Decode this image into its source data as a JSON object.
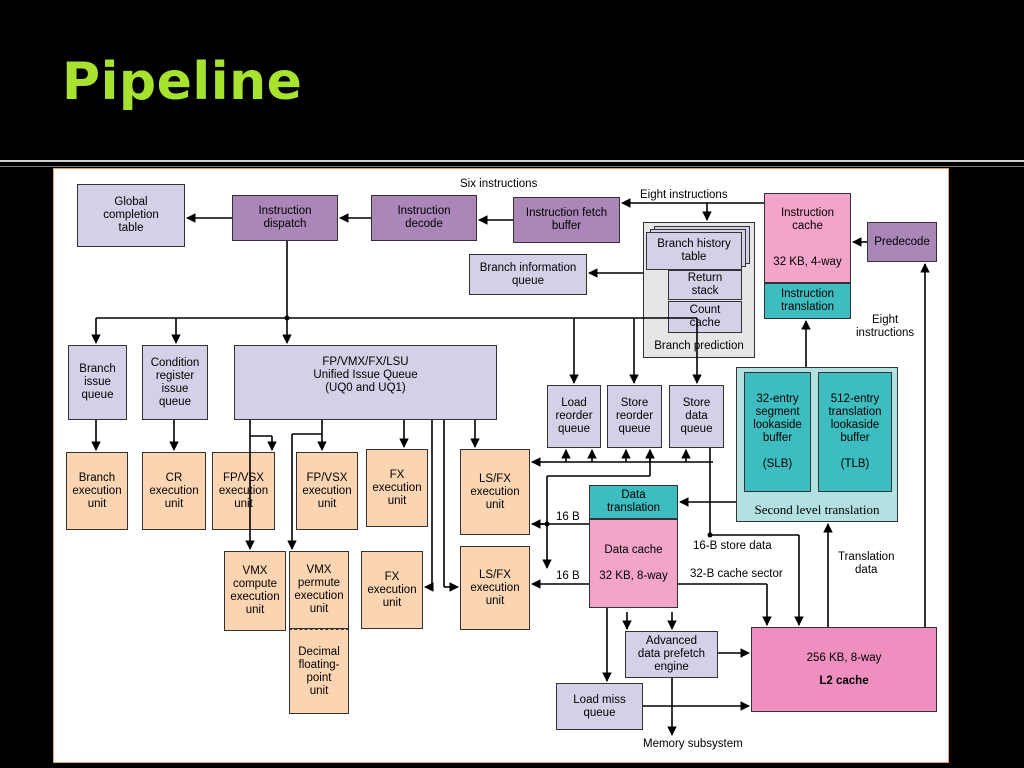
{
  "slide": {
    "title": "Pipeline"
  },
  "diagram": {
    "global_completion_table": "Global\ncompletion\ntable",
    "instruction_dispatch": "Instruction\ndispatch",
    "instruction_decode": "Instruction\ndecode",
    "instruction_fetch_buffer": "Instruction fetch\nbuffer",
    "six_instructions": "Six instructions",
    "eight_instructions_top": "Eight instructions",
    "instruction_cache": "Instruction\ncache",
    "instruction_cache_size": "32 KB, 4-way",
    "instruction_translation": "Instruction\ntranslation",
    "predecode": "Predecode",
    "eight_instructions_side": "Eight\ninstructions",
    "branch_history_table": "Branch history\ntable",
    "return_stack": "Return\nstack",
    "count_cache": "Count\ncache",
    "branch_prediction": "Branch prediction",
    "branch_information_queue": "Branch information\nqueue",
    "branch_issue_queue": "Branch\nissue\nqueue",
    "condition_register_issue_queue": "Condition\nregister\nissue\nqueue",
    "unified_issue_queue": "FP/VMX/FX/LSU\nUnified Issue Queue\n(UQ0 and UQ1)",
    "load_reorder_queue": "Load\nreorder\nqueue",
    "store_reorder_queue": "Store\nreorder\nqueue",
    "store_data_queue": "Store\ndata\nqueue",
    "slb": "32-entry\nsegment\nlookaside\nbuffer\n\n(SLB)",
    "tlb": "512-entry\ntranslation\nlookaside\nbuffer\n\n(TLB)",
    "second_level_translation": "Second level translation",
    "branch_execution_unit": "Branch\nexecution\nunit",
    "cr_execution_unit": "CR\nexecution\nunit",
    "fpvsx_unit_1": "FP/VSX\nexecution\nunit",
    "fpvsx_unit_2": "FP/VSX\nexecution\nunit",
    "fx_unit_1": "FX\nexecution\nunit",
    "lsfx_unit_1": "LS/FX\nexecution\nunit",
    "vmx_compute_unit": "VMX\ncompute\nexecution\nunit",
    "vmx_permute_unit": "VMX\npermute\nexecution\nunit",
    "decimal_fp_unit": "Decimal\nfloating-\npoint\nunit",
    "fx_unit_2": "FX\nexecution\nunit",
    "lsfx_unit_2": "LS/FX\nexecution\nunit",
    "data_translation": "Data\ntranslation",
    "data_cache": "Data cache\n\n32 KB, 8-way",
    "bus_16b_top": "16 B",
    "bus_16b_bottom": "16 B",
    "store_data_16b": "16-B store data",
    "cache_sector_32b": "32-B cache sector",
    "translation_data": "Translation\ndata",
    "advanced_prefetch": "Advanced\ndata prefetch\nengine",
    "l2_cache_size": "256 KB, 8-way",
    "l2_cache": "L2 cache",
    "load_miss_queue": "Load miss\nqueue",
    "memory_subsystem": "Memory subsystem"
  }
}
